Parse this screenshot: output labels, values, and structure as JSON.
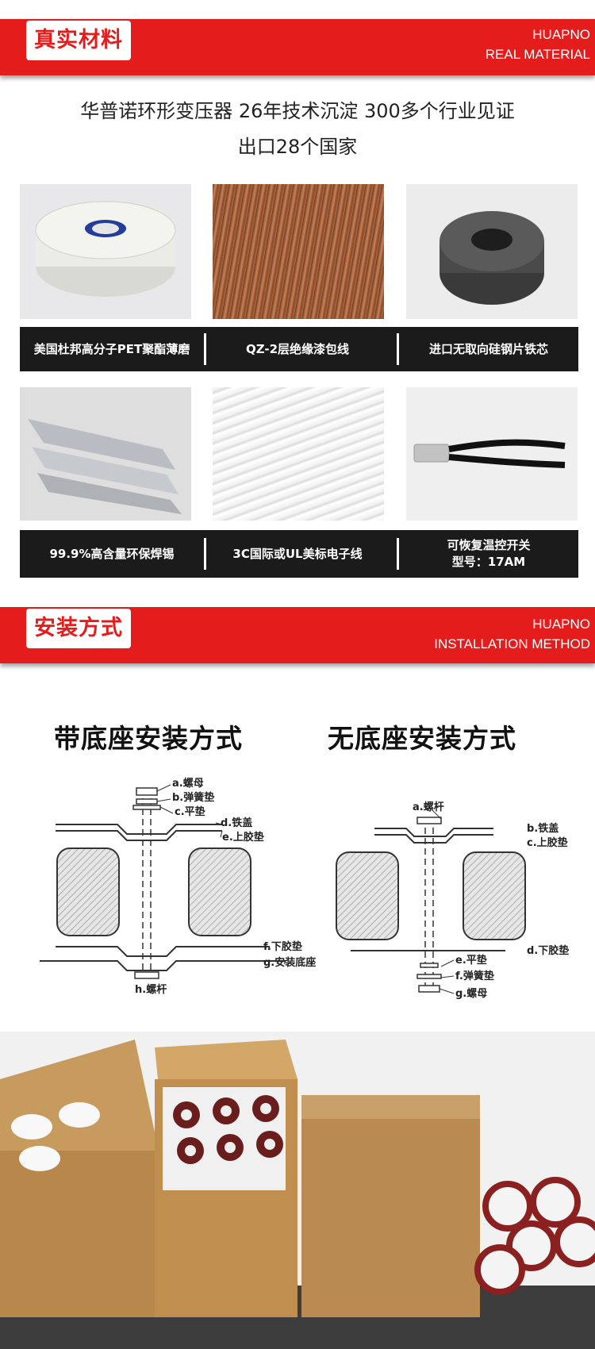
{
  "material_section": {
    "badge": "真实材料",
    "brand": "HUAPNO",
    "subtitle": "REAL MATERIAL",
    "intro_line1": "华普诺环形变压器    26年技术沉淀    300多个行业见证",
    "intro_line2": "出口28个国家"
  },
  "materials": {
    "row1": [
      {
        "label": "美国杜邦高分子PET聚酯薄磨"
      },
      {
        "label": "QZ-2层绝缘漆包线"
      },
      {
        "label": "进口无取向硅钢片铁芯"
      }
    ],
    "row2": [
      {
        "label": "99.9%高含量环保焊锡"
      },
      {
        "label": "3C国际或UL美标电子线"
      },
      {
        "label": "可恢复温控开关",
        "label2": "型号：17AM"
      }
    ]
  },
  "install_section": {
    "badge": "安装方式",
    "brand": "HUAPNO",
    "subtitle": "INSTALLATION METHOD"
  },
  "diagrams": {
    "with_base": {
      "title": "带底座安装方式",
      "labels": {
        "a": "a.螺母",
        "b": "b.弹簧垫",
        "c": "c.平垫",
        "d": "d.铁盖",
        "e": "e.上胶垫",
        "f": "f.下胶垫",
        "g": "g.安装底座",
        "h": "h.螺杆"
      }
    },
    "without_base": {
      "title": "无底座安装方式",
      "labels": {
        "a": "a.螺杆",
        "b": "b.铁盖",
        "c": "c.上胶垫",
        "d": "d.下胶垫",
        "e": "e.平垫",
        "f": "f.弹簧垫",
        "g": "g.螺母"
      }
    }
  },
  "colors": {
    "accent": "#e51c1c",
    "caption_bg": "#1b1b1b",
    "cardboard": "#c79a5e"
  }
}
